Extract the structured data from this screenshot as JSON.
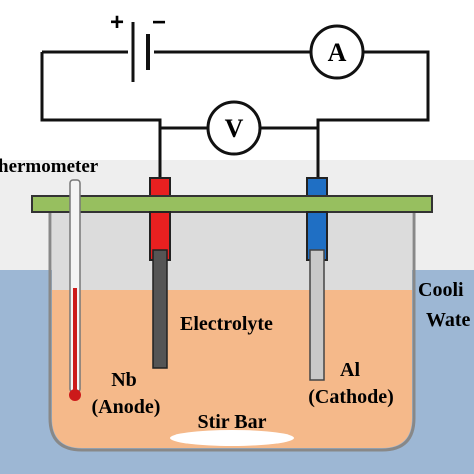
{
  "circuit": {
    "battery_plus": "+",
    "battery_minus": "−",
    "ammeter_label": "A",
    "voltmeter_label": "V"
  },
  "labels": {
    "thermometer": "hermometer",
    "electrolyte": "Electrolyte",
    "anode_metal": "Nb",
    "anode_role": "(Anode)",
    "cathode_metal": "Al",
    "cathode_role": "(Cathode)",
    "stir_bar": "Stir Bar",
    "cooling_line1": "Cooli",
    "cooling_line2": "Wate"
  },
  "colors": {
    "cooling_water": "#9db7d4",
    "upper_band": "#eeeeee",
    "electrolyte": "#f5b98a",
    "beaker_air": "#dcdcdc",
    "lid": "#97bf5f",
    "anode_clip": "#e82020",
    "cathode_clip": "#1f6fc4",
    "anode_rod": "#555555",
    "cathode_rod": "#c9c9c9",
    "thermometer_liquid": "#cc1a1a"
  }
}
